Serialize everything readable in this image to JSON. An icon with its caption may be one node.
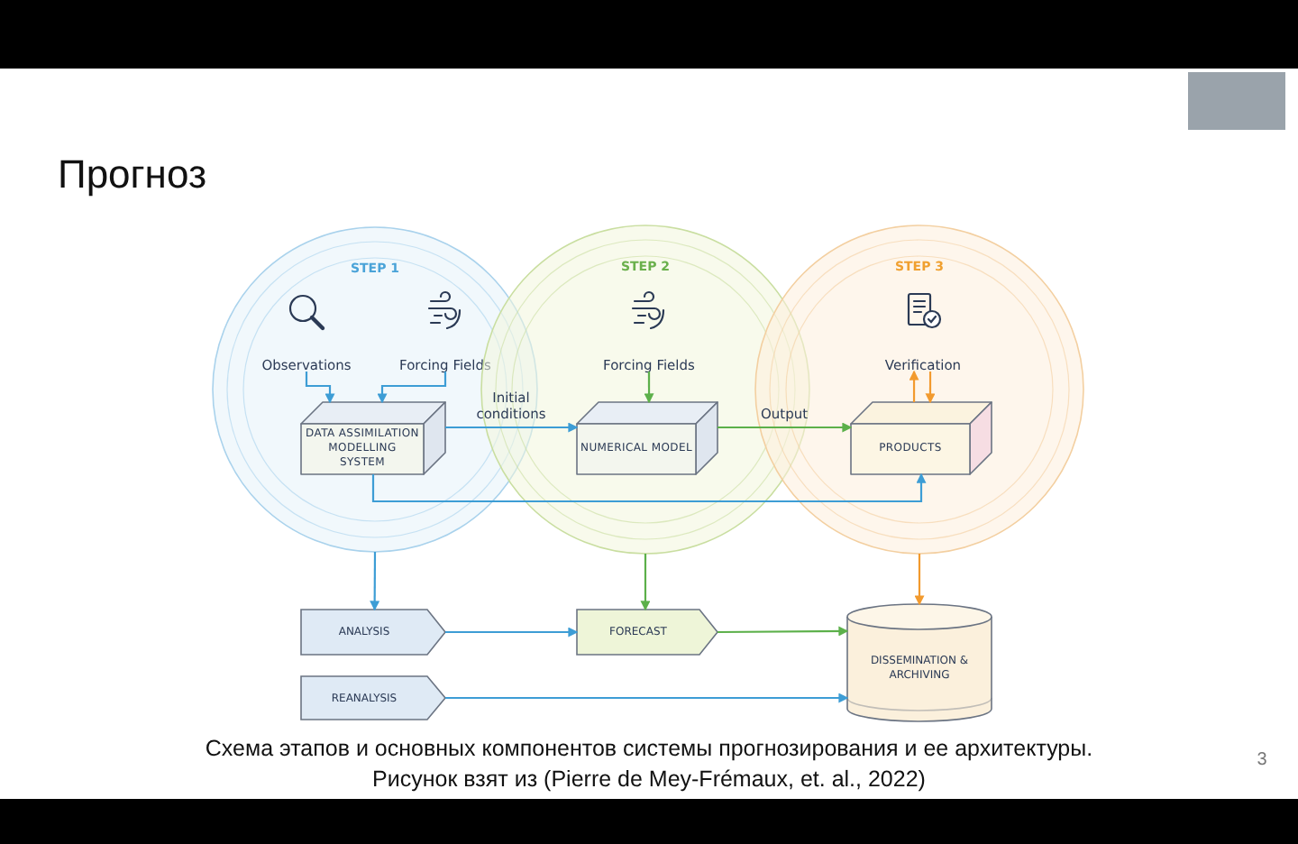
{
  "diagram": {
    "title": "Прогноз",
    "caption": "Схема этапов и основных компонентов системы прогнозирования и ее архитектуры.",
    "nodes": [
      {
        "text": [
          "STEP 1"
        ]
      },
      {
        "text": [
          "Observations"
        ],
        "in": 0
      },
      {
        "text": [
          "Forcing Fields"
        ],
        "in": 0
      },
      {
        "text": [
          "DATA ASSIMILATION MODELLING SYSTEM"
        ],
        "in": 0
      },
      {
        "text": [
          "STEP 2"
        ]
      },
      {
        "text": [
          "Forcing Fields"
        ],
        "in": 4
      },
      {
        "text": [
          "NUMERICAL MODEL"
        ],
        "in": 4
      },
      {
        "text": [
          "STEP 3"
        ]
      },
      {
        "text": [
          "Verification"
        ],
        "in": 7
      },
      {
        "text": [
          "PRODUCTS"
        ],
        "in": 7
      },
      {
        "text": [
          "ANALYSIS"
        ]
      },
      {
        "text": [
          "FORECAST"
        ]
      },
      {
        "text": [
          "REANALYSIS"
        ]
      },
      {
        "text": [
          "DISSEMINATION & ARCHIVING"
        ]
      }
    ],
    "edges": [
      {
        "from": 1,
        "to": 3,
        "arrow": "to"
      },
      {
        "from": 2,
        "to": 3,
        "arrow": "to"
      },
      {
        "from": 3,
        "to": 6,
        "arrow": "to",
        "label": "Initial conditions"
      },
      {
        "from": 5,
        "to": 6,
        "arrow": "to",
        "color": "#5cb04a"
      },
      {
        "from": 6,
        "to": 9,
        "arrow": "to",
        "label": "Output",
        "color": "#5cb04a"
      },
      {
        "from": 3,
        "to": 9,
        "arrow": "to"
      },
      {
        "from": 9,
        "to": 8,
        "arrow": "to",
        "color": "#f29a2e"
      },
      {
        "from": 8,
        "to": 9,
        "arrow": "to",
        "color": "#f29a2e"
      },
      {
        "from": 0,
        "to": 10,
        "arrow": "to"
      },
      {
        "from": 4,
        "to": 11,
        "arrow": "to",
        "color": "#5cb04a"
      },
      {
        "from": 7,
        "to": 13,
        "arrow": "to",
        "color": "#f29a2e"
      },
      {
        "from": 10,
        "to": 11,
        "arrow": "to"
      },
      {
        "from": 11,
        "to": 13,
        "arrow": "to",
        "color": "#5cb04a"
      },
      {
        "from": 12,
        "to": 13,
        "arrow": "to"
      }
    ],
    "labels": [
      "Рисунок взят из (Pierre de Mey-Frémaux, et. al., 2022)",
      "3"
    ]
  }
}
